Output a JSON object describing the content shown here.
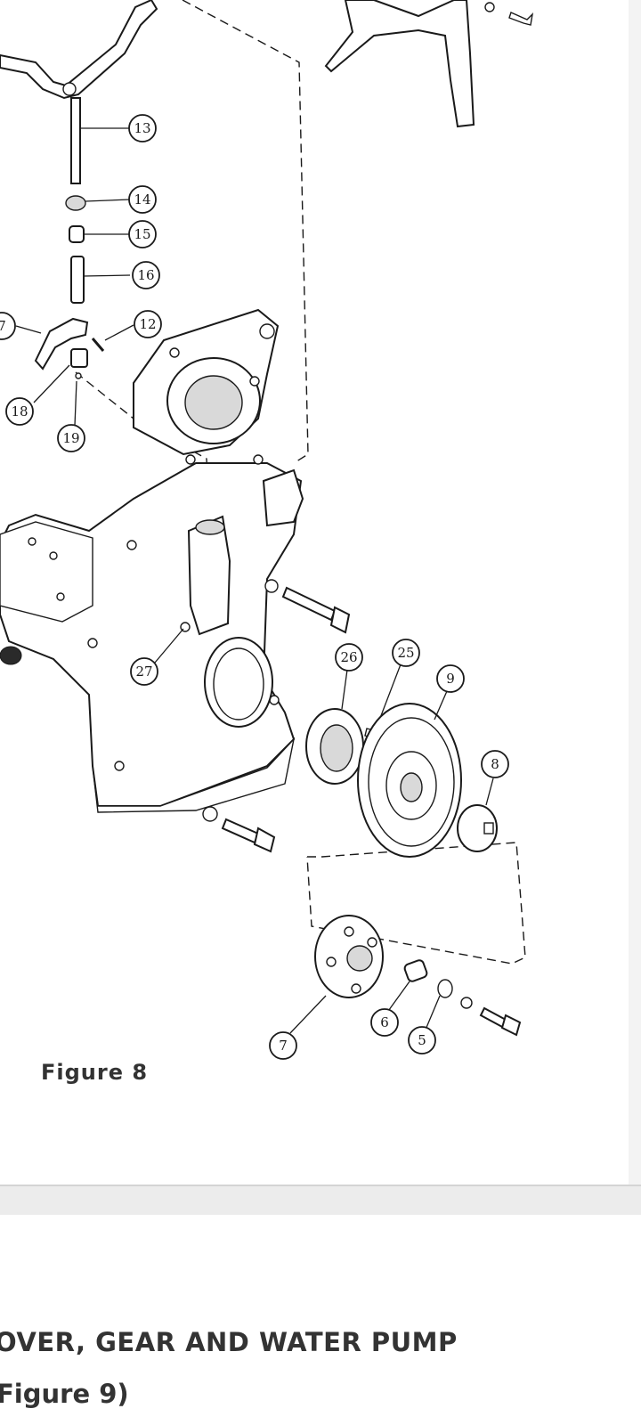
{
  "figure": {
    "caption": "Figure  8",
    "callouts": [
      "13",
      "14",
      "15",
      "16",
      "7",
      "12",
      "18",
      "19",
      "27",
      "26",
      "25",
      "9",
      "8",
      "7",
      "6",
      "5"
    ]
  },
  "section": {
    "heading": "OVER, GEAR AND WATER PUMP",
    "subheading": "Figure  9)"
  }
}
